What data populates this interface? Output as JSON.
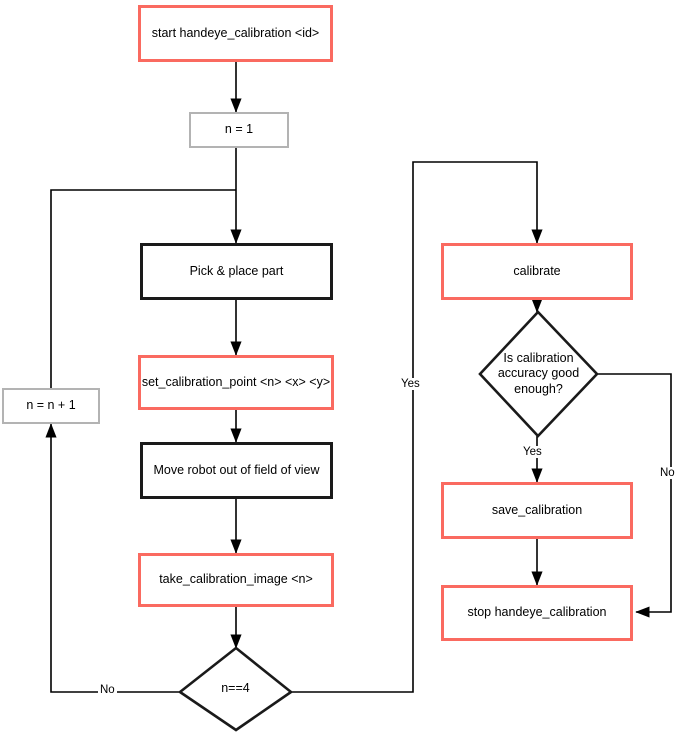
{
  "diagram": {
    "title": "handeye_calibration flowchart",
    "colors": {
      "red_border": "#fa6a60",
      "black_border": "#1a1a1a",
      "gray_border": "#b3b3b3",
      "edge": "#000000",
      "background": "#ffffff"
    }
  },
  "nodes": {
    "start": {
      "label": "start handeye_calibration <id>",
      "shape": "process",
      "color": "red"
    },
    "init_n": {
      "label": "n = 1",
      "shape": "process",
      "color": "gray"
    },
    "pick_place": {
      "label": "Pick & place part",
      "shape": "process",
      "color": "black"
    },
    "set_point": {
      "label": "set_calibration_point <n> <x> <y>",
      "shape": "process",
      "color": "red"
    },
    "move_robot": {
      "label": "Move robot out of field of view",
      "shape": "process",
      "color": "black"
    },
    "take_image": {
      "label": "take_calibration_image <n>",
      "shape": "process",
      "color": "red"
    },
    "check_n": {
      "label": "n==4",
      "shape": "decision",
      "color": "black"
    },
    "increment_n": {
      "label": "n = n + 1",
      "shape": "process",
      "color": "gray"
    },
    "calibrate": {
      "label": "calibrate",
      "shape": "process",
      "color": "red"
    },
    "check_accuracy": {
      "label": "Is calibration accuracy good enough?",
      "shape": "decision",
      "color": "black"
    },
    "save": {
      "label": "save_calibration",
      "shape": "process",
      "color": "red"
    },
    "stop": {
      "label": "stop handeye_calibration",
      "shape": "process",
      "color": "red"
    }
  },
  "edge_labels": {
    "check_n_no": "No",
    "check_n_yes": "Yes",
    "accuracy_yes": "Yes",
    "accuracy_no": "No"
  }
}
